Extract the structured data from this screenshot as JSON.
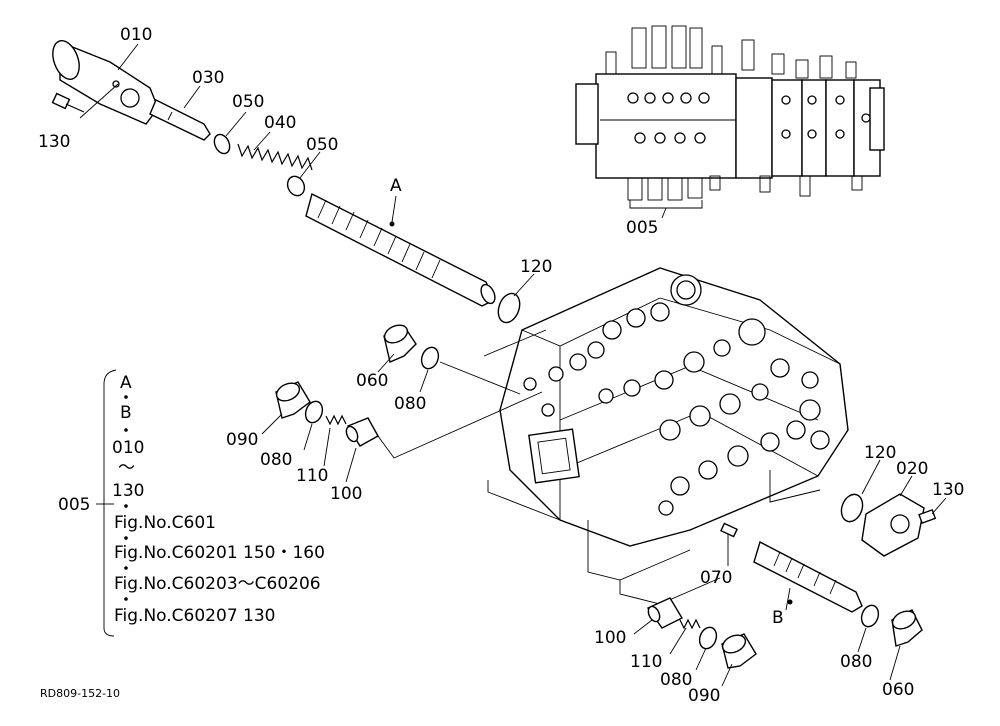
{
  "labels": {
    "p010": "010",
    "p030": "030",
    "p050a": "050",
    "p040": "040",
    "p050b": "050",
    "p130a": "130",
    "pA": "A",
    "p005top": "005",
    "p120a": "120",
    "p060a": "060",
    "p080a": "080",
    "p090a": "090",
    "p080b": "080",
    "p110a": "110",
    "p100a": "100",
    "p120b": "120",
    "p020": "020",
    "p130b": "130",
    "p070": "070",
    "pB": "B",
    "p100b": "100",
    "p110b": "110",
    "p080c": "080",
    "p090b": "090",
    "p080d": "080",
    "p060b": "060"
  },
  "legend": {
    "code": "005",
    "items": [
      "A",
      "B",
      "010",
      "～",
      "130"
    ],
    "refs": [
      "Fig.No.C601",
      "Fig.No.C60201  150・160",
      "Fig.No.C60203～C60206",
      "Fig.No.C60207  130"
    ]
  },
  "footer": {
    "ref": "RD809-152-10"
  }
}
